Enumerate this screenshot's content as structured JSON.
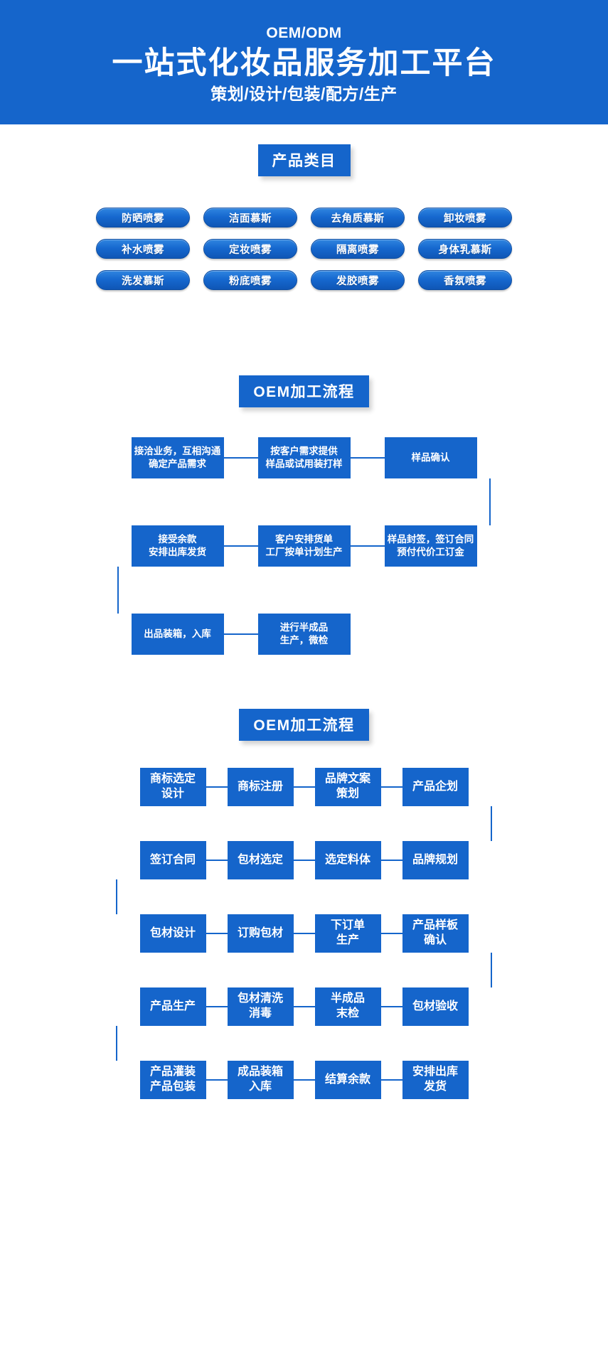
{
  "banner": {
    "eyebrow": "OEM/ODM",
    "title": "一站式化妆品服务加工平台",
    "subtitle": "策划/设计/包装/配方/生产"
  },
  "categories": {
    "heading": "产品类目",
    "rows": [
      [
        "防晒喷雾",
        "洁面慕斯",
        "去角质慕斯",
        "卸妆喷雾"
      ],
      [
        "补水喷雾",
        "定妆喷雾",
        "隔离喷雾",
        "身体乳慕斯"
      ],
      [
        "洗发慕斯",
        "粉底喷雾",
        "发胶喷雾",
        "香氛喷雾"
      ]
    ]
  },
  "flow1": {
    "heading": "OEM加工流程",
    "rows": [
      [
        {
          "line1": "接洽业务，互相沟通",
          "line2": "确定产品需求"
        },
        {
          "line1": "按客户需求提供",
          "line2": "样品或试用装打样"
        },
        {
          "line1": "样品确认",
          "line2": ""
        }
      ],
      [
        {
          "line1": "接受余款",
          "line2": "安排出库发货"
        },
        {
          "line1": "客户安排货单",
          "line2": "工厂按单计划生产"
        },
        {
          "line1": "样品封签，签订合同",
          "line2": "预付代价工订金"
        }
      ],
      [
        {
          "line1": "出品装箱，入库",
          "line2": ""
        },
        {
          "line1": "进行半成品",
          "line2": "生产，微检"
        }
      ]
    ]
  },
  "flow2": {
    "heading": "OEM加工流程",
    "rows": [
      [
        {
          "line1": "商标选定",
          "line2": "设计"
        },
        {
          "line1": "商标注册",
          "line2": ""
        },
        {
          "line1": "品牌文案",
          "line2": "策划"
        },
        {
          "line1": "产品企划",
          "line2": ""
        }
      ],
      [
        {
          "line1": "签订合同",
          "line2": ""
        },
        {
          "line1": "包材选定",
          "line2": ""
        },
        {
          "line1": "选定料体",
          "line2": ""
        },
        {
          "line1": "品牌规划",
          "line2": ""
        }
      ],
      [
        {
          "line1": "包材设计",
          "line2": ""
        },
        {
          "line1": "订购包材",
          "line2": ""
        },
        {
          "line1": "下订单",
          "line2": "生产"
        },
        {
          "line1": "产品样板",
          "line2": "确认"
        }
      ],
      [
        {
          "line1": "产品生产",
          "line2": ""
        },
        {
          "line1": "包材清洗",
          "line2": "消毒"
        },
        {
          "line1": "半成品",
          "line2": "末检"
        },
        {
          "line1": "包材验收",
          "line2": ""
        }
      ],
      [
        {
          "line1": "产品灌装",
          "line2": "产品包装"
        },
        {
          "line1": "成品装箱",
          "line2": "入库"
        },
        {
          "line1": "结算余款",
          "line2": ""
        },
        {
          "line1": "安排出库",
          "line2": "发货"
        }
      ]
    ]
  },
  "colors": {
    "brand_blue": "#1565cb",
    "pill_blue": "#1668cf",
    "white": "#ffffff"
  }
}
